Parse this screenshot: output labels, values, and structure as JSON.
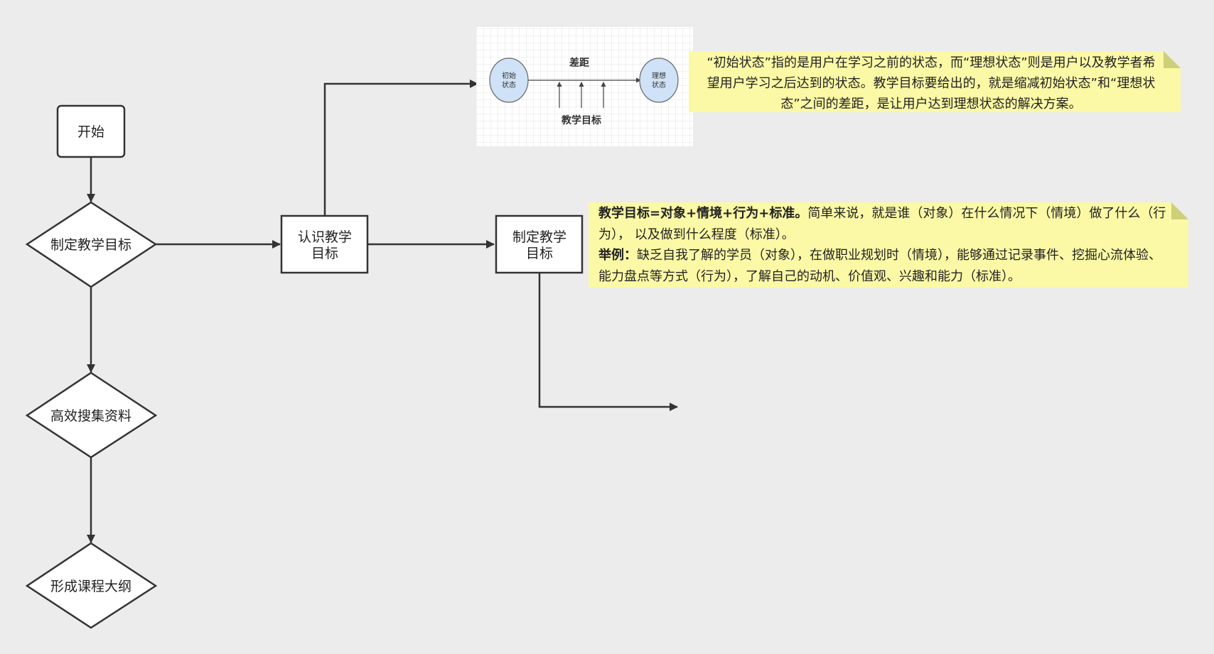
{
  "nodes": {
    "start": "开始",
    "set_goal_decision": "制定教学目标",
    "collect_decision": "高效搜集资料",
    "outline_decision": "形成课程大纲",
    "know_goal_box_line1": "认识教学",
    "know_goal_box_line2": "目标",
    "make_goal_box_line1": "制定教学",
    "make_goal_box_line2": "目标"
  },
  "mini_diagram": {
    "left_state_line1": "初始",
    "left_state_line2": "状态",
    "right_state_line1": "理想",
    "right_state_line2": "状态",
    "gap_label": "差距",
    "goal_label": "教学目标"
  },
  "note1": {
    "text": "“初始状态”指的是用户在学习之前的状态，而“理想状态”则是用户以及教学者希望用户学习之后达到的状态。教学目标要给出的，就是缩减初始状态”和“理想状态”之间的差距，是让用户达到理想状态的解决方案。"
  },
  "note2": {
    "formula_bold": "教学目标=对象+情境+行为+标准。",
    "formula_text": "简单来说，就是谁（对象）在什么情况下（情境）做了什么（行为）， 以及做到什么程度（标准）。",
    "example_bold": "举例：",
    "example_text": "缺乏自我了解的学员（对象），在做职业规划时（情境），能够通过记录事件、挖掘心流体验、能力盘点等方式（行为），了解自己的动机、价值观、兴趣和能力（标准）。"
  },
  "colors": {
    "background": "#ececec",
    "note_fill": "#fbf8a6",
    "state_circle_fill": "#cfe2f7",
    "line": "#333333"
  }
}
